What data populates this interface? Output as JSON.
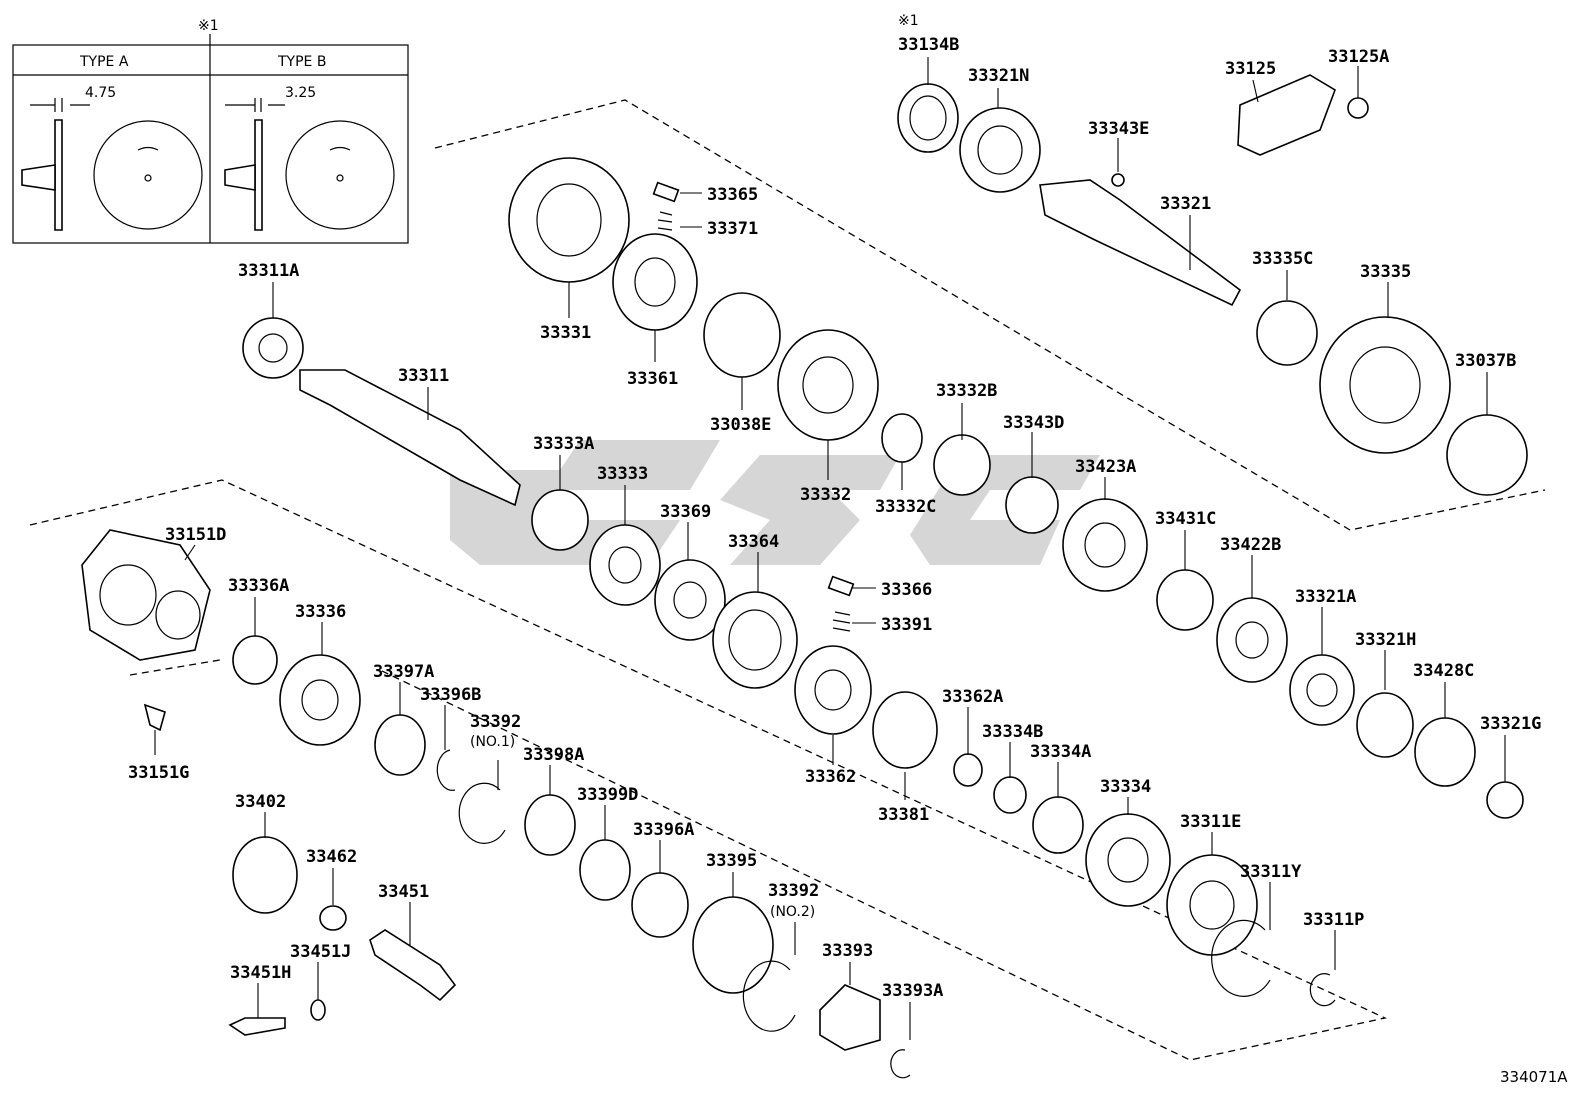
{
  "diagram": {
    "figure_code": "334071A",
    "note_mark": "※1",
    "inset": {
      "note_mark": "※1",
      "type_a": {
        "label": "TYPE A",
        "dimension": "4.75"
      },
      "type_b": {
        "label": "TYPE B",
        "dimension": "3.25"
      }
    },
    "parts": [
      "33134B",
      "33321N",
      "33125",
      "33125A",
      "33343E",
      "33321",
      "33335C",
      "33335",
      "33037B",
      "33311A",
      "33311",
      "33331",
      "33365",
      "33371",
      "33361",
      "33038E",
      "33332",
      "33332B",
      "33332C",
      "33343D",
      "33423A",
      "33333A",
      "33333",
      "33369",
      "33364",
      "33366",
      "33391",
      "33431C",
      "33422B",
      "33321A",
      "33321H",
      "33428C",
      "33321G",
      "33151D",
      "33151G",
      "33336A",
      "33336",
      "33397A",
      "33396B",
      "33392",
      "33398A",
      "33399D",
      "33396A",
      "33395",
      "33362",
      "33362A",
      "33381",
      "33334B",
      "33334A",
      "33334",
      "33311E",
      "33311Y",
      "33311P",
      "33402",
      "33462",
      "33451",
      "33451J",
      "33451H",
      "33393",
      "33393A"
    ],
    "notes": {
      "no1": "(NO.1)",
      "no2": "(NO.2)"
    }
  }
}
